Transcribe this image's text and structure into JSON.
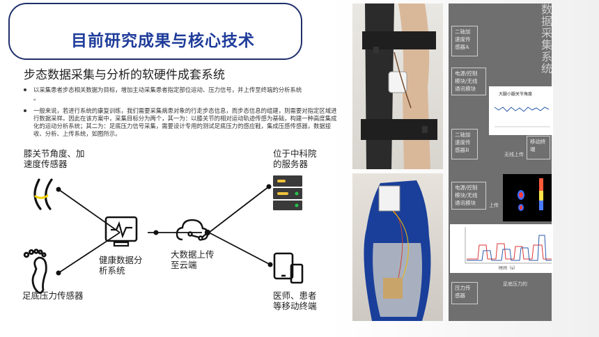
{
  "title": "目前研究成果与核心技术",
  "subtitle": "步态数据采集与分析的软硬件成套系统",
  "bullets": [
    "以采集患者步态相关数据为目标，增加主动采集患者指定部位运动、压力信号，并上传至终端的分析系统",
    "一般来说，若进行系统的康复训练，我们需要采集病患对象的行走步态信息，而步态信息的组建，则需要对指定区域进行数据采样。因此在该方案中，采集目标分为两个，其一为：以膝关节的相对运动轨迹传感为基础，构建一种高度集成化的运动分析系统；其二为：足底压力信号采集，需要设计专用的测试足底压力的感应鞋，集成压感传感器，数据接收、分析、上传系统，如图所示。"
  ],
  "bullet_tail": "。",
  "diagram": {
    "knee_label_1": "膝关节角度、加",
    "knee_label_2": "速度传感器",
    "foot_label": "足底压力传感器",
    "analysis_label_1": "健康数据分",
    "analysis_label_2": "析系统",
    "cloud_label_1": "大数据上传",
    "cloud_label_2": "至云端",
    "server_label_1": "位于中科院",
    "server_label_2": "的服务器",
    "mobile_label_1": "医师、患者",
    "mobile_label_2": "等移动终端"
  },
  "right_panel": {
    "vertical_title": "数据采集系统",
    "accel_a": [
      "二轴加",
      "速度传",
      "感器A"
    ],
    "comm_module_1": [
      "电源/控制",
      "模块/无线",
      "通讯模块"
    ],
    "accel_b": [
      "二轴加",
      "速度传",
      "感器B"
    ],
    "wireless_1": "无线上传",
    "mobile_term": [
      "移动终",
      "端"
    ],
    "comm_module_2": [
      "电源/控制",
      "模块/无线",
      "通讯模块"
    ],
    "upload_1": "上传",
    "upload_2": "上传",
    "pressure_sensor": [
      "压力传",
      "感器"
    ],
    "foot_pressure": "足底压力的",
    "chart1_title": "大腿小腿关节角度",
    "chart2_xlabel": "时间（s）"
  },
  "colors": {
    "title_border": "#1f2f6b",
    "title_text": "#1f3c9a",
    "panel_bg": "#6f6f6f",
    "knee_accent": "#f2d400",
    "server_yellow": "#f0c23a",
    "server_green": "#27c24c"
  }
}
